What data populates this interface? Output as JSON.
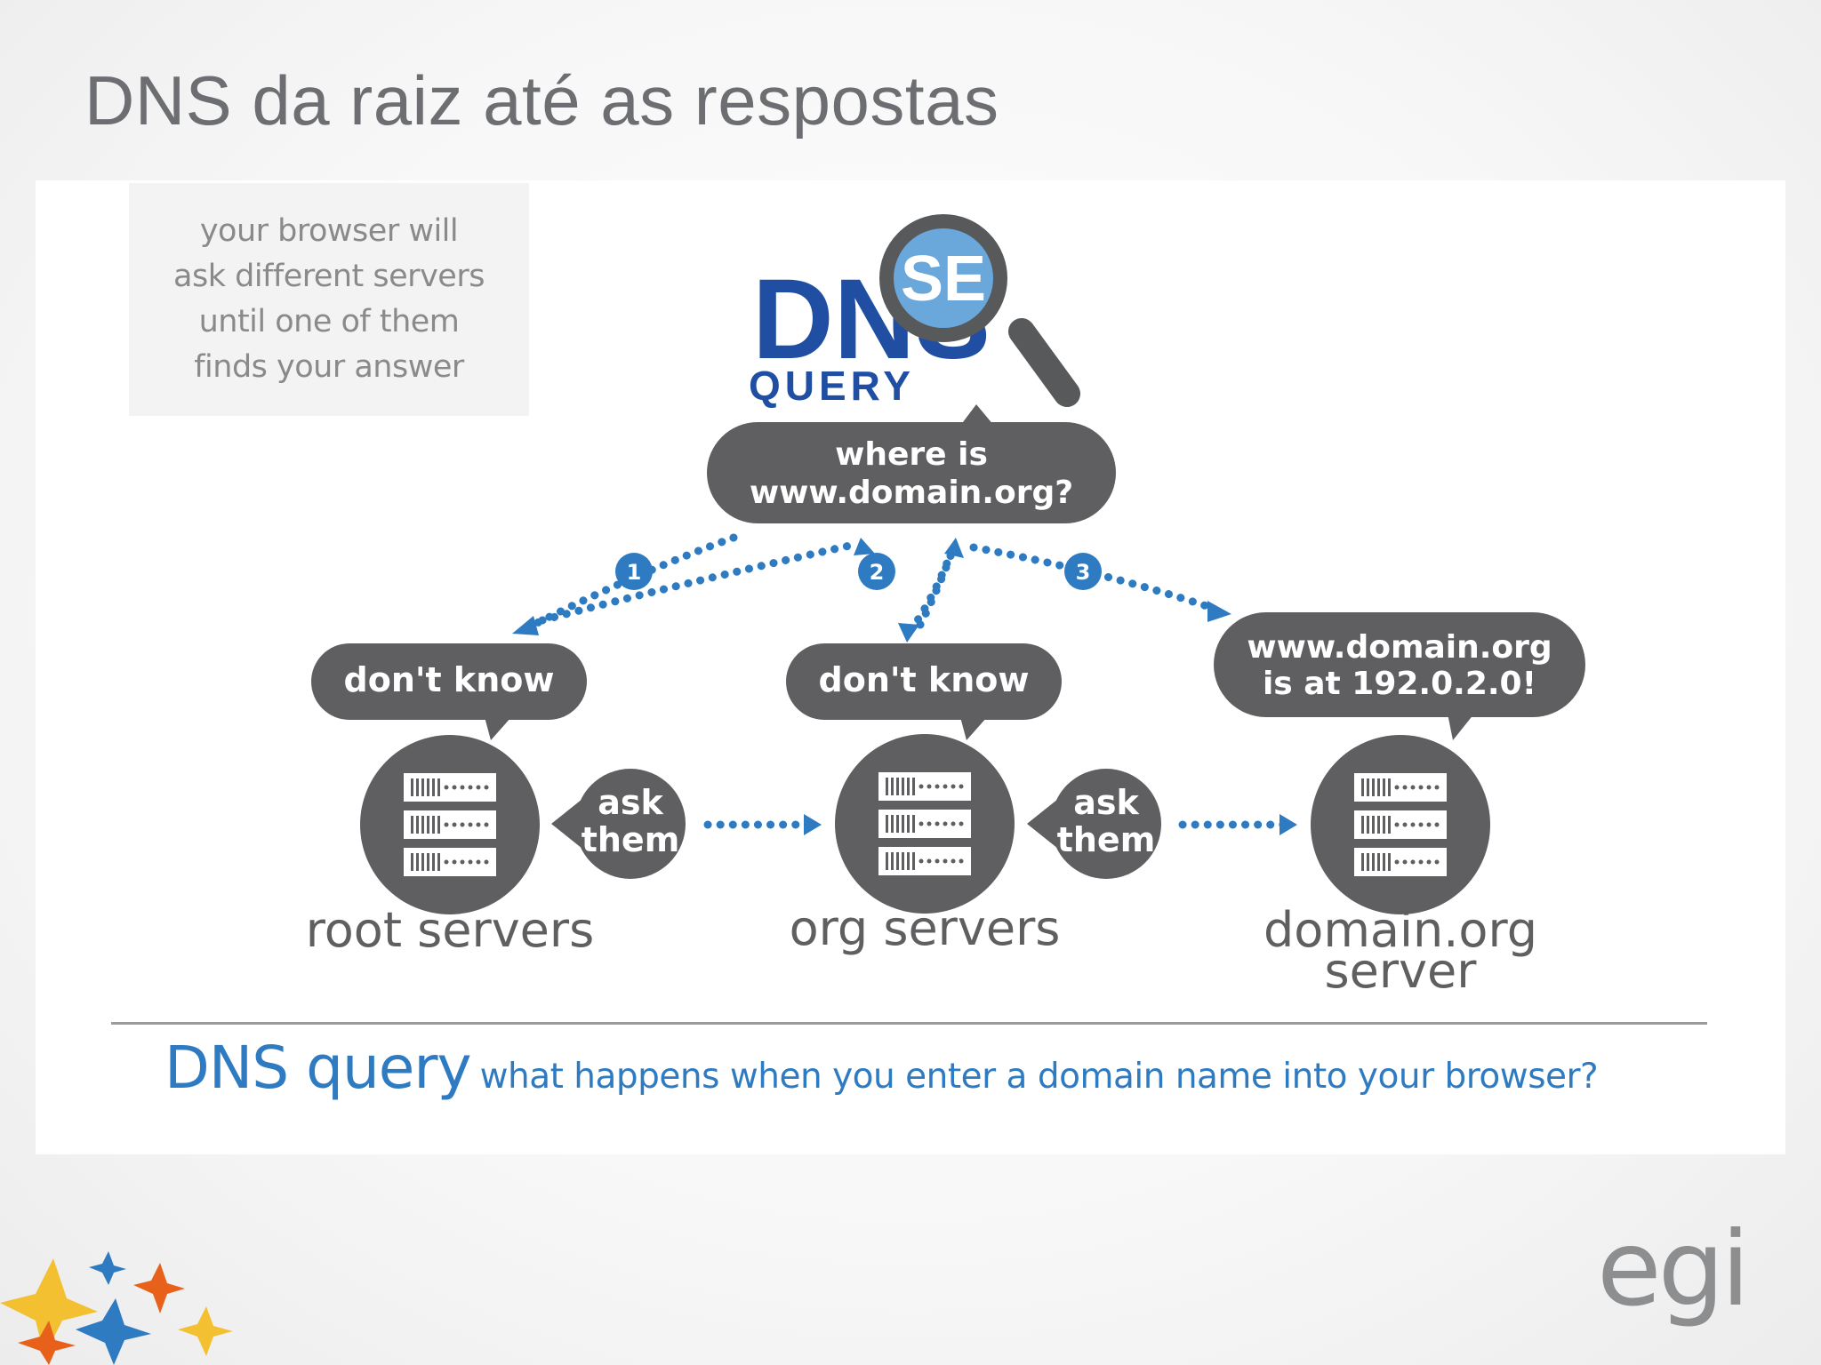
{
  "slide": {
    "title": "DNS da raiz até as respostas"
  },
  "note": {
    "lines": [
      "your browser will",
      "ask different servers",
      "until one of them",
      "finds your answer"
    ]
  },
  "logo": {
    "dns": "DNS",
    "query": "QUERY"
  },
  "query_bubble": {
    "line1": "where is",
    "line2": "www.domain.org?"
  },
  "steps": [
    "1",
    "2",
    "3"
  ],
  "servers": [
    {
      "label": "root servers",
      "bubble": "don't know"
    },
    {
      "label": "org servers",
      "bubble": "don't know"
    },
    {
      "label_line1": "domain.org",
      "label_line2": "server",
      "bubble_line1": "www.domain.org",
      "bubble_line2": "is at 192.0.2.0!"
    }
  ],
  "ask_bubbles": [
    {
      "line1": "ask",
      "line2": "them"
    },
    {
      "line1": "ask",
      "line2": "them"
    }
  ],
  "caption": {
    "title": "DNS query",
    "subtitle": "what happens when you enter a domain name into your browser?"
  },
  "brand": {
    "name": "egi"
  },
  "colors": {
    "blue": "#2f7bc2",
    "dark_gray": "#5f5f61",
    "dns_blue": "#1f4ea3",
    "title_gray": "#6d6e71"
  }
}
